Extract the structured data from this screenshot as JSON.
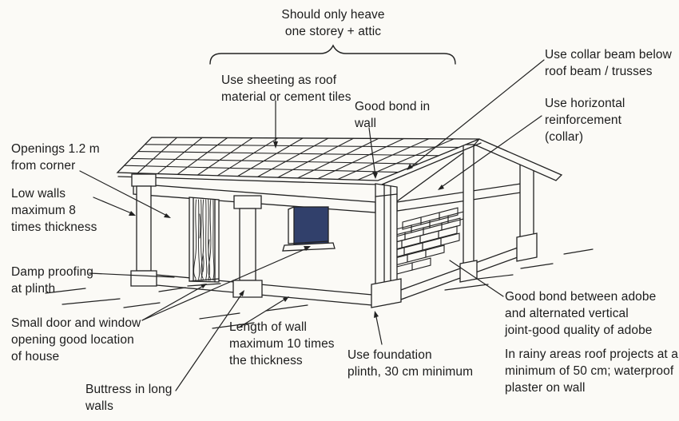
{
  "colors": {
    "paper": "#fbfaf6",
    "ink": "#222222",
    "window": "#31406b"
  },
  "labels": {
    "storey": {
      "lines": [
        "Should only heave",
        "one storey + attic"
      ]
    },
    "sheeting": {
      "lines": [
        "Use sheeting as roof",
        "material or cement tiles"
      ]
    },
    "good_bond_wall": {
      "lines": [
        "Good bond in",
        "wall"
      ]
    },
    "collar_beam": {
      "lines": [
        "Use collar beam below",
        "roof beam / trusses"
      ]
    },
    "horizontal_reinforcement": {
      "lines": [
        "Use horizontal",
        "reinforcement",
        "(collar)"
      ]
    },
    "openings": {
      "lines": [
        "Openings 1.2 m",
        "from corner"
      ]
    },
    "low_walls": {
      "lines": [
        "Low walls",
        "maximum 8",
        "times thickness"
      ]
    },
    "damp_proofing": {
      "lines": [
        "Damp proofing",
        "at plinth"
      ]
    },
    "small_door": {
      "lines": [
        "Small door and window",
        "opening good location",
        "of house"
      ]
    },
    "buttress": {
      "lines": [
        "Buttress in long",
        "walls"
      ]
    },
    "length_of_wall": {
      "lines": [
        "Length of wall",
        "maximum 10 times",
        "the thickness"
      ]
    },
    "foundation": {
      "lines": [
        "Use foundation",
        "plinth, 30 cm minimum"
      ]
    },
    "good_bond_adobe": {
      "lines": [
        "Good bond between adobe",
        "and alternated vertical",
        "joint-good quality of adobe"
      ]
    },
    "rainy_areas": {
      "lines": [
        "In rainy areas roof projects at a",
        "minimum of 50 cm; waterproof",
        "plaster on wall"
      ]
    }
  }
}
